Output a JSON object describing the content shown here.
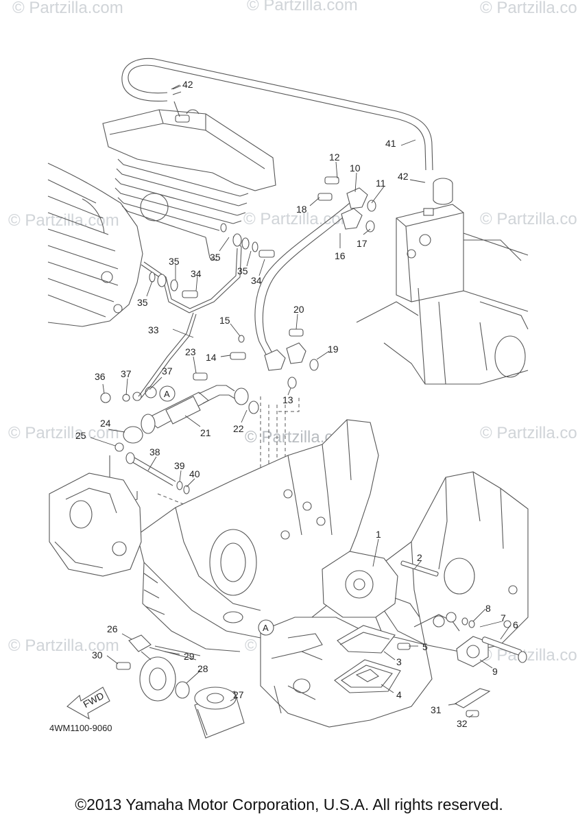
{
  "watermark": "© Partzilla.com",
  "diagram_ref": "4WM1100-9060",
  "copyright": "©2013 Yamaha Motor Corporation, U.S.A. All rights reserved.",
  "fwd_label": "FWD",
  "reference_marks": [
    "A",
    "A"
  ],
  "callouts": [
    {
      "id": "42a",
      "text": "42"
    },
    {
      "id": "41",
      "text": "41"
    },
    {
      "id": "42b",
      "text": "42"
    },
    {
      "id": "12",
      "text": "12"
    },
    {
      "id": "10",
      "text": "10"
    },
    {
      "id": "11",
      "text": "11"
    },
    {
      "id": "18",
      "text": "18"
    },
    {
      "id": "17",
      "text": "17"
    },
    {
      "id": "16",
      "text": "16"
    },
    {
      "id": "35a",
      "text": "35"
    },
    {
      "id": "35b",
      "text": "35"
    },
    {
      "id": "35c",
      "text": "35"
    },
    {
      "id": "35d",
      "text": "35"
    },
    {
      "id": "34a",
      "text": "34"
    },
    {
      "id": "34b",
      "text": "34"
    },
    {
      "id": "33",
      "text": "33"
    },
    {
      "id": "15",
      "text": "15"
    },
    {
      "id": "20",
      "text": "20"
    },
    {
      "id": "19",
      "text": "19"
    },
    {
      "id": "14",
      "text": "14"
    },
    {
      "id": "13",
      "text": "13"
    },
    {
      "id": "23",
      "text": "23"
    },
    {
      "id": "36",
      "text": "36"
    },
    {
      "id": "37a",
      "text": "37"
    },
    {
      "id": "37b",
      "text": "37"
    },
    {
      "id": "21",
      "text": "21"
    },
    {
      "id": "22",
      "text": "22"
    },
    {
      "id": "24",
      "text": "24"
    },
    {
      "id": "25",
      "text": "25"
    },
    {
      "id": "38",
      "text": "38"
    },
    {
      "id": "39",
      "text": "39"
    },
    {
      "id": "40",
      "text": "40"
    },
    {
      "id": "1",
      "text": "1"
    },
    {
      "id": "2",
      "text": "2"
    },
    {
      "id": "8",
      "text": "8"
    },
    {
      "id": "7",
      "text": "7"
    },
    {
      "id": "6",
      "text": "6"
    },
    {
      "id": "5",
      "text": "5"
    },
    {
      "id": "3",
      "text": "3"
    },
    {
      "id": "9",
      "text": "9"
    },
    {
      "id": "4",
      "text": "4"
    },
    {
      "id": "26",
      "text": "26"
    },
    {
      "id": "29",
      "text": "29"
    },
    {
      "id": "30",
      "text": "30"
    },
    {
      "id": "28",
      "text": "28"
    },
    {
      "id": "27",
      "text": "27"
    },
    {
      "id": "31",
      "text": "31"
    },
    {
      "id": "32",
      "text": "32"
    }
  ]
}
